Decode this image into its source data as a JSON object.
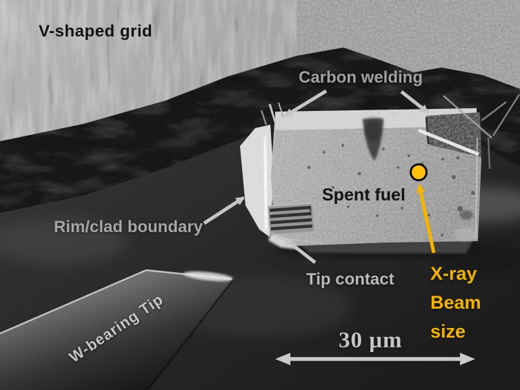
{
  "labels": {
    "v_shaped_grid": "V-shaped grid",
    "carbon_welding": "Carbon welding",
    "spent_fuel": "Spent fuel",
    "rim_clad_boundary": "Rim/clad boundary",
    "tip_contact": "Tip contact",
    "w_bearing_tip": "W-bearing Tip",
    "xray_beam": [
      "X-ray",
      "Beam",
      "size"
    ],
    "scale_bar": "30 μm"
  },
  "colors": {
    "beam_highlight": "#FFC10A",
    "xray_text": "#F5B400",
    "annotation_arrow": "#C6C6C6",
    "scale_text": "#C6C6C6",
    "dark_label": "#141414",
    "gray_label": "#A6A6A6"
  },
  "markers": {
    "beam_spot": "yellow-circle"
  }
}
